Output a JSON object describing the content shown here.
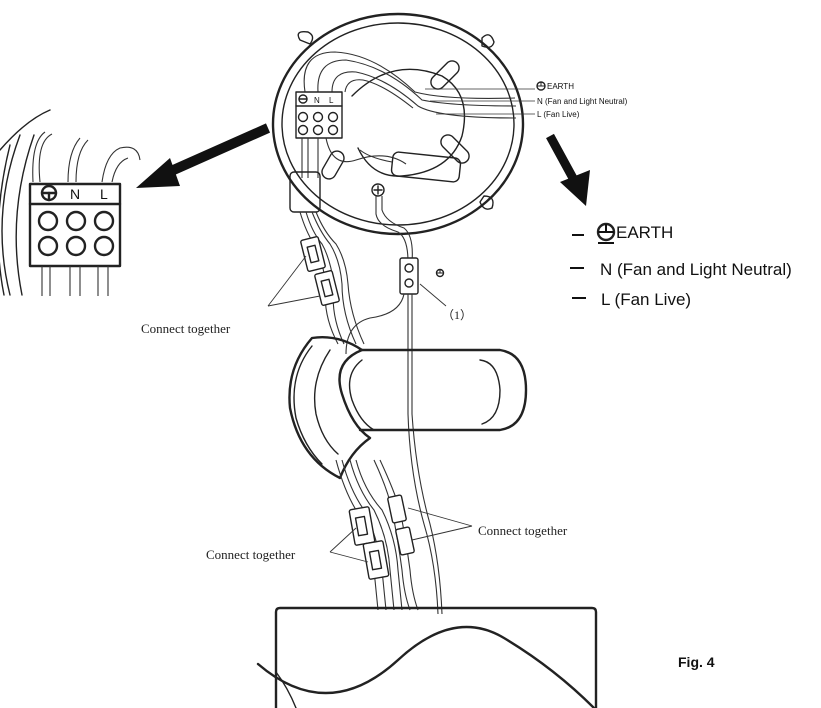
{
  "labels": {
    "earth_small": "EARTH",
    "neutral_small": "N (Fan and Light Neutral)",
    "live_small": "L (Fan Live)",
    "terminal_n_small": "N",
    "terminal_l_small": "L",
    "terminal_n_zoom": "N",
    "terminal_l_zoom": "L",
    "earth_large": "EARTH",
    "neutral_large": "N (Fan and Light Neutral)",
    "live_large": "L (Fan Live)",
    "connector_ref": "（1）",
    "connect_together_left": "Connect together",
    "connect_together_lower_left": "Connect together",
    "connect_together_right": "Connect together",
    "figure_caption": "Fig. 4"
  }
}
